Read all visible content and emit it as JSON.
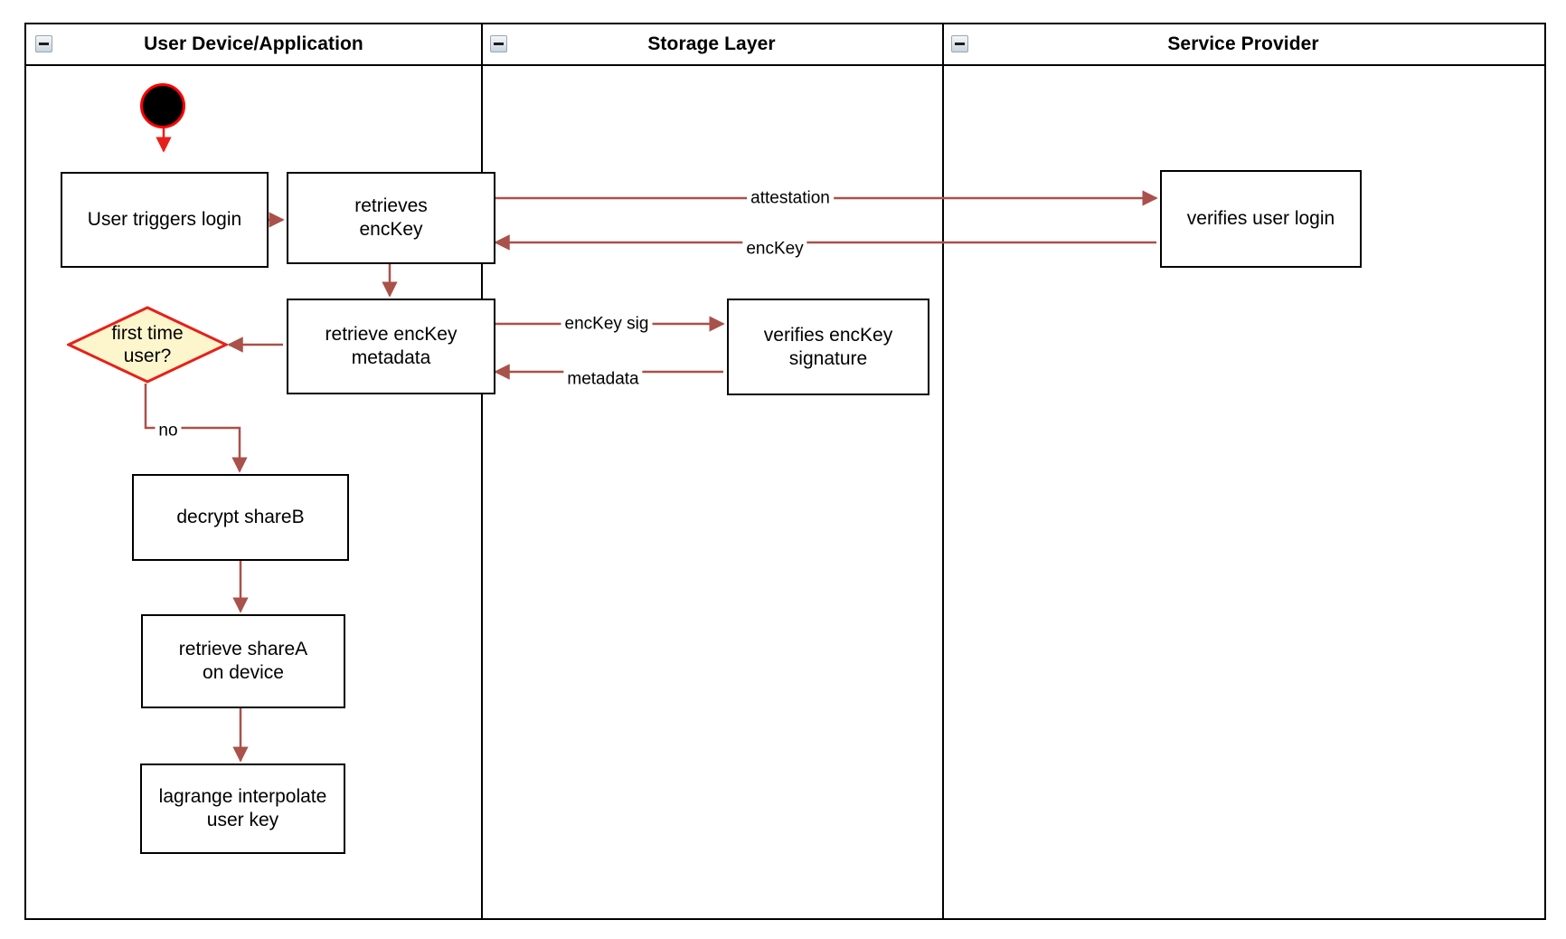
{
  "diagram": {
    "type": "swimlane-activity-diagram",
    "accent_edge_color": "#a9514a",
    "decision_border_color": "#e8201a",
    "decision_fill_color": "#fdf6cd",
    "start_node_border_color": "#ff0000",
    "start_node_fill_color": "#000000",
    "node_border_color": "#000000",
    "node_fill_color": "#ffffff"
  },
  "lanes": [
    {
      "id": "user-device",
      "title": "User Device/Application",
      "collapse_icon": "minus-collapse-icon"
    },
    {
      "id": "storage-layer",
      "title": "Storage Layer",
      "collapse_icon": "minus-collapse-icon"
    },
    {
      "id": "service-provider",
      "title": "Service Provider",
      "collapse_icon": "minus-collapse-icon"
    }
  ],
  "nodes": [
    {
      "id": "start",
      "shape": "start",
      "label": "",
      "lane": "user-device"
    },
    {
      "id": "user-triggers-login",
      "shape": "activity",
      "label": "User triggers login",
      "lane": "user-device"
    },
    {
      "id": "retrieves-enckey",
      "shape": "activity",
      "label": "retrieves\nencKey",
      "lane": "user-device"
    },
    {
      "id": "retrieve-enckey-metadata",
      "shape": "activity",
      "label": "retrieve encKey\nmetadata",
      "lane": "user-device"
    },
    {
      "id": "first-time-user",
      "shape": "decision",
      "label": "first time\nuser?",
      "lane": "user-device"
    },
    {
      "id": "decrypt-shareb",
      "shape": "activity",
      "label": "decrypt shareB",
      "lane": "user-device"
    },
    {
      "id": "retrieve-sharea-on-device",
      "shape": "activity",
      "label": "retrieve shareA\non device",
      "lane": "user-device"
    },
    {
      "id": "lagrange-interpolate-user-key",
      "shape": "activity",
      "label": "lagrange interpolate\nuser key",
      "lane": "user-device"
    },
    {
      "id": "verifies-enckey-signature",
      "shape": "activity",
      "label": "verifies encKey\nsignature",
      "lane": "storage-layer"
    },
    {
      "id": "verifies-user-login",
      "shape": "activity",
      "label": "verifies user login",
      "lane": "service-provider"
    }
  ],
  "edges": [
    {
      "id": "start-to-login",
      "from": "start",
      "to": "user-triggers-login",
      "label": ""
    },
    {
      "id": "login-to-retrieves",
      "from": "user-triggers-login",
      "to": "retrieves-enckey",
      "label": ""
    },
    {
      "id": "retrieves-to-verifies-login",
      "from": "retrieves-enckey",
      "to": "verifies-user-login",
      "label": "attestation"
    },
    {
      "id": "verifies-login-to-retrieves",
      "from": "verifies-user-login",
      "to": "retrieves-enckey",
      "label": "encKey"
    },
    {
      "id": "retrieves-to-metadata",
      "from": "retrieves-enckey",
      "to": "retrieve-enckey-metadata",
      "label": ""
    },
    {
      "id": "metadata-to-verifies-sig",
      "from": "retrieve-enckey-metadata",
      "to": "verifies-enckey-signature",
      "label": "encKey sig"
    },
    {
      "id": "verifies-sig-to-metadata",
      "from": "verifies-enckey-signature",
      "to": "retrieve-enckey-metadata",
      "label": "metadata"
    },
    {
      "id": "metadata-to-decision",
      "from": "retrieve-enckey-metadata",
      "to": "first-time-user",
      "label": ""
    },
    {
      "id": "decision-to-decrypt",
      "from": "first-time-user",
      "to": "decrypt-shareb",
      "label": "no"
    },
    {
      "id": "decrypt-to-retrieve-sharea",
      "from": "decrypt-shareb",
      "to": "retrieve-sharea-on-device",
      "label": ""
    },
    {
      "id": "retrieve-sharea-to-lagrange",
      "from": "retrieve-sharea-on-device",
      "to": "lagrange-interpolate-user-key",
      "label": ""
    }
  ],
  "edge_labels": {
    "attestation": "attestation",
    "enckey": "encKey",
    "enckey_sig": "encKey sig",
    "metadata": "metadata",
    "no": "no"
  }
}
